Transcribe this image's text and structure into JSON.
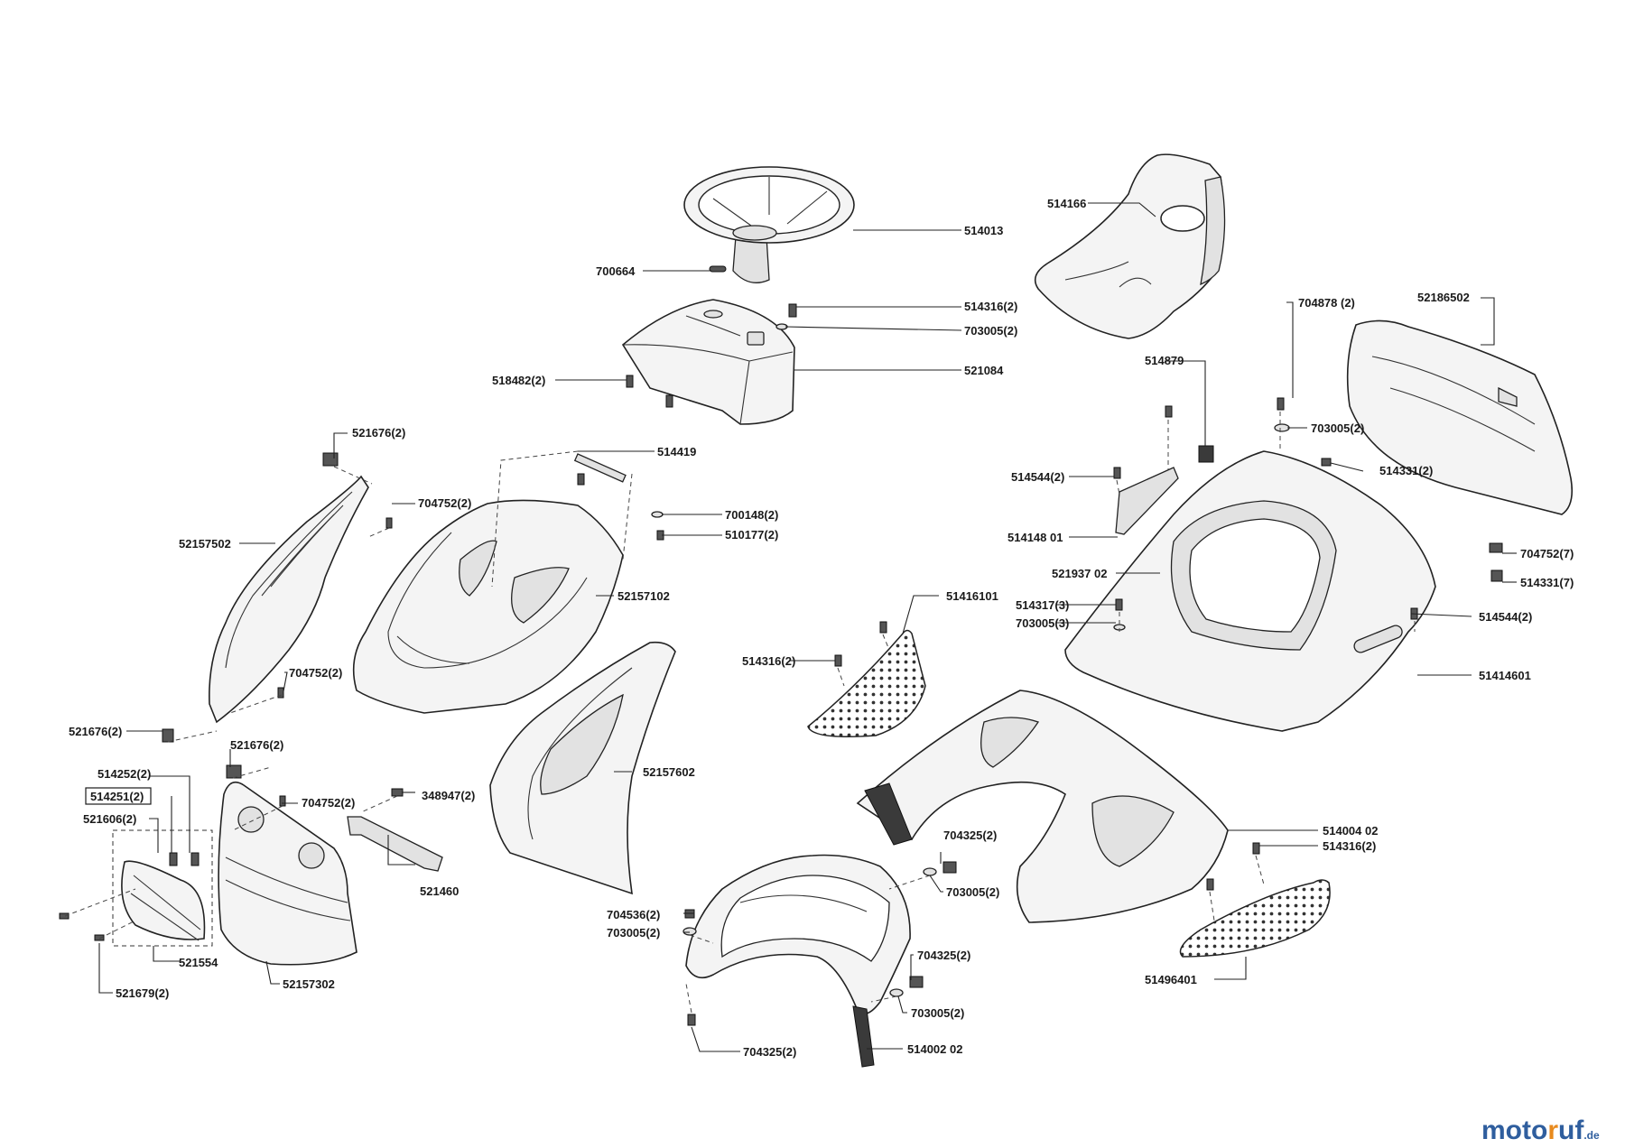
{
  "labels": {
    "l514013": "514013",
    "l700664": "700664",
    "l514166": "514166",
    "l514316a": "514316(2)",
    "l703005a": "703005(2)",
    "l518482": "518482(2)",
    "l521084": "521084",
    "l704878": "704878 (2)",
    "l52186502": "52186502",
    "l514879": "514879",
    "l703005b": "703005(2)",
    "l521676a": "521676(2)",
    "l514419": "514419",
    "l704752a": "704752(2)",
    "l700148": "700148(2)",
    "l510177": "510177(2)",
    "l514544a": "514544(2)",
    "l514331a": "514331(2)",
    "l52157502": "52157502",
    "l514148": "514148 01",
    "l704752b": "704752(7)",
    "l521937": "521937 02",
    "l514331b": "514331(7)",
    "l52157102": "52157102",
    "l51416101": "51416101",
    "l514317": "514317(3)",
    "l703005c": "703005(3)",
    "l514544b": "514544(2)",
    "l514316b": "514316(2)",
    "l704752c": "704752(2)",
    "l51414601": "51414601",
    "l521676b": "521676(2)",
    "l521676c": "521676(2)",
    "l514252": "514252(2)",
    "l52157602": "52157602",
    "l514251": "514251(2)",
    "l704752d": "704752(2)",
    "l348947": "348947(2)",
    "l521606": "521606(2)",
    "l514004": "514004 02",
    "l514316c": "514316(2)",
    "l704325a": "704325(2)",
    "l521460": "521460",
    "l703005d": "703005(2)",
    "l704536": "704536(2)",
    "l703005e": "703005(2)",
    "l521554": "521554",
    "l704325b": "704325(2)",
    "l51496401": "51496401",
    "l52157302": "52157302",
    "l521679": "521679(2)",
    "l703005f": "703005(2)",
    "l514002": "514002 02",
    "l704325c": "704325(2)"
  },
  "brand": {
    "part1": "moto",
    "part2": "r",
    "part3": "uf",
    "domain": ".de"
  }
}
